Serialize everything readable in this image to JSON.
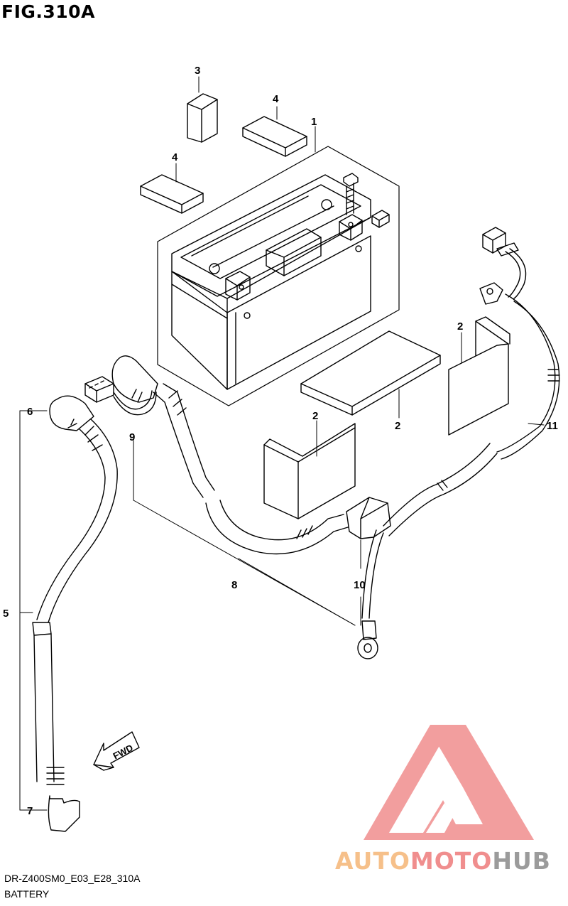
{
  "figure": {
    "title": "FIG.310A",
    "model_code": "DR-Z400SM0_E03_E28_310A",
    "caption": "BATTERY"
  },
  "callouts": {
    "c1": "1",
    "c2a": "2",
    "c2b": "2",
    "c2c": "2",
    "c3": "3",
    "c4a": "4",
    "c4b": "4",
    "c5": "5",
    "c6": "6",
    "c7": "7",
    "c8": "8",
    "c9": "9",
    "c10": "10",
    "c11": "11"
  },
  "fwd_label": "FWD",
  "watermark": {
    "part1": "AUTO",
    "part2": "MOTO",
    "part3": "HUB",
    "colors": {
      "orange": "#f6c08a",
      "red": "#f08e8e",
      "gray": "#9b9b9b"
    }
  }
}
